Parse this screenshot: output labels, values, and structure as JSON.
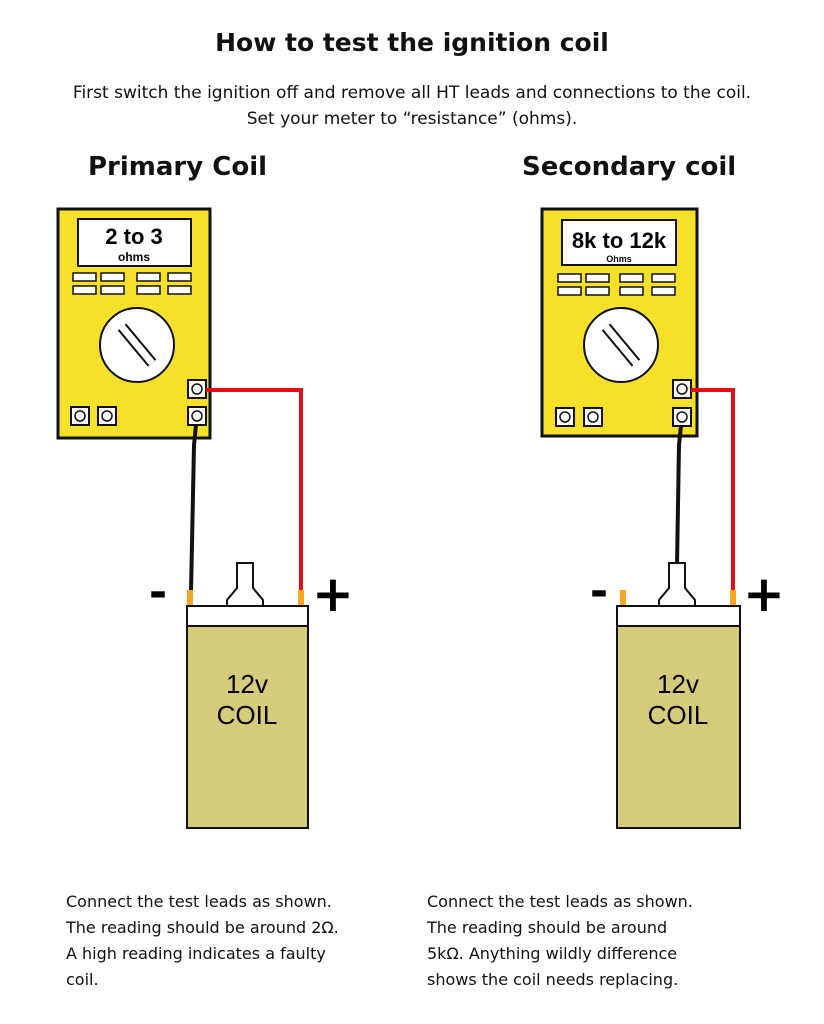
{
  "title": "How to test the ignition coil",
  "intro": "First switch the ignition off and remove all HT leads and connections to the coil. Set your meter to “resistance” (ohms).",
  "colors": {
    "meter_body": "#f5e12a",
    "coil_body": "#d4cc7a",
    "positive_lead": "#e01010",
    "negative_lead": "#111111",
    "terminal": "#f5a623"
  },
  "primary": {
    "heading": "Primary Coil",
    "reading": "2 to 3",
    "unit": "ohms",
    "coil_voltage": "12v",
    "coil_label": "COIL",
    "minus": "-",
    "plus": "+",
    "note": [
      "Connect the test leads as shown.",
      "The reading should be around 2Ω.",
      "A high reading indicates a faulty",
      "coil."
    ]
  },
  "secondary": {
    "heading": "Secondary coil",
    "reading": "8k to 12k",
    "unit": "Ohms",
    "coil_voltage": "12v",
    "coil_label": "COIL",
    "minus": "-",
    "plus": "+",
    "note": [
      "Connect the test leads as shown.",
      "The reading should be around",
      "5kΩ. Anything wildly difference",
      "shows the coil needs replacing."
    ]
  }
}
